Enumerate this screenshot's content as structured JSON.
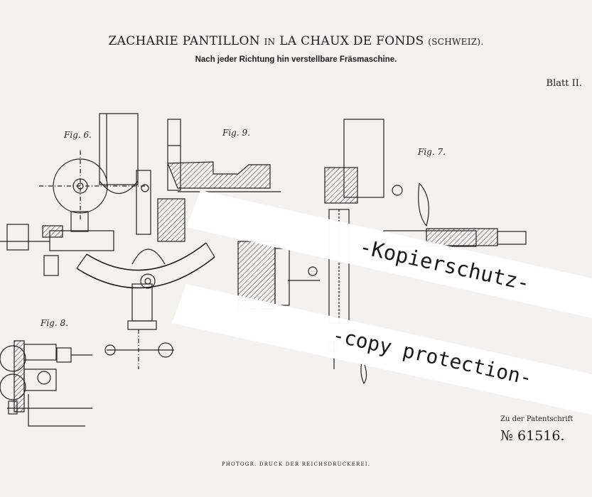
{
  "header": {
    "inventor": "ZACHARIE PANTILLON",
    "in_word": "IN",
    "place": "LA CHAUX DE FONDS",
    "country": "(SCHWEIZ).",
    "subtitle": "Nach jeder Richtung hin verstellbare Fräsmaschine.",
    "sheet": "Blatt II."
  },
  "figures": {
    "fig6": "Fig. 6.",
    "fig7": "Fig. 7.",
    "fig8": "Fig. 8.",
    "fig9": "Fig. 9."
  },
  "footer": {
    "patent_note": "Zu der Patentschrift",
    "patent_number": "№ 61516.",
    "printer": "PHOTOGR. DRUCK DER REICHSDRUCKEREI."
  },
  "watermark": {
    "line1": "-Kopierschutz-",
    "line2": "-copy protection-"
  },
  "colors": {
    "paper": "#f4f2ed",
    "ink": "#1d1d1d",
    "band": "#ffffff"
  }
}
